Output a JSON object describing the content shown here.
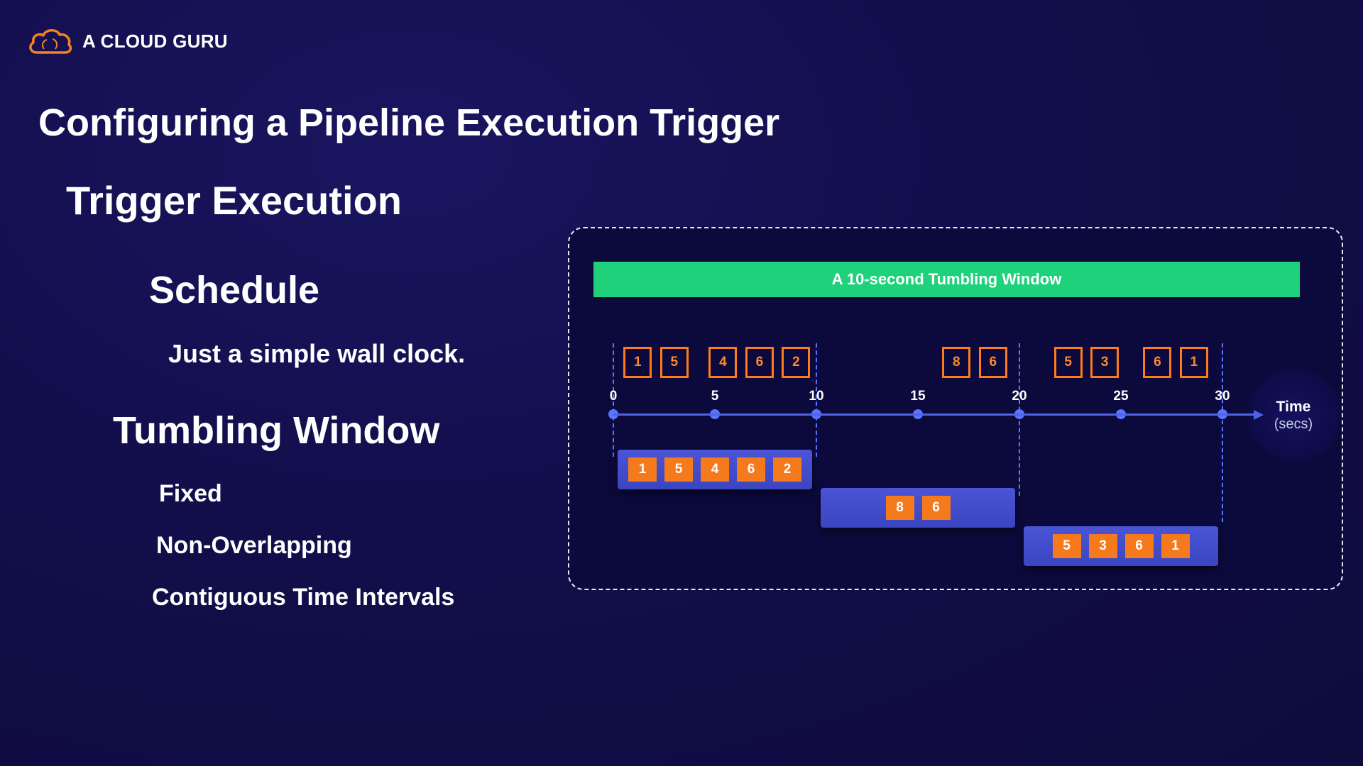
{
  "brand": {
    "name": "A CLOUD GURU",
    "accent": "#f5821f"
  },
  "slide": {
    "title": "Configuring a Pipeline Execution Trigger",
    "section": "Trigger Execution",
    "schedule": {
      "heading": "Schedule",
      "text": "Just a simple wall clock."
    },
    "tumbling": {
      "heading": "Tumbling Window",
      "items": [
        "Fixed",
        "Non-Overlapping",
        "Contiguous Time Intervals"
      ]
    }
  },
  "diagram": {
    "banner": "A 10-second Tumbling Window",
    "axis_label": "Time",
    "axis_unit": "(secs)",
    "ticks": [
      "0",
      "5",
      "10",
      "15",
      "20",
      "25",
      "30"
    ],
    "events": [
      {
        "v": "1",
        "t": 1.2
      },
      {
        "v": "5",
        "t": 3.0
      },
      {
        "v": "4",
        "t": 5.4
      },
      {
        "v": "6",
        "t": 7.2
      },
      {
        "v": "2",
        "t": 9.0
      },
      {
        "v": "8",
        "t": 16.9
      },
      {
        "v": "6",
        "t": 18.7
      },
      {
        "v": "5",
        "t": 22.4
      },
      {
        "v": "3",
        "t": 24.2
      },
      {
        "v": "6",
        "t": 26.8
      },
      {
        "v": "1",
        "t": 28.6
      }
    ],
    "windows": [
      {
        "start": 0,
        "end": 10,
        "values": [
          "1",
          "5",
          "4",
          "6",
          "2"
        ]
      },
      {
        "start": 10,
        "end": 20,
        "values": [
          "8",
          "6"
        ]
      },
      {
        "start": 20,
        "end": 30,
        "values": [
          "5",
          "3",
          "6",
          "1"
        ]
      }
    ],
    "colors": {
      "banner": "#1ed17a",
      "axis": "#4f63e6",
      "event": "#f57a1c",
      "window": "#4a55d6"
    }
  }
}
